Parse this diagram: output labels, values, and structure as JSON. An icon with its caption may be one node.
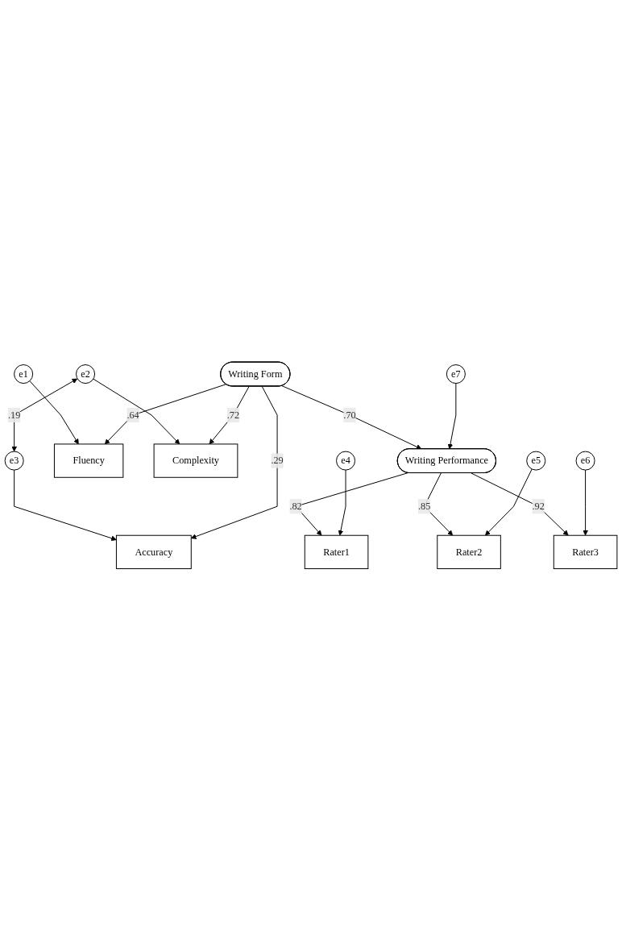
{
  "diagram": {
    "nodes": [
      {
        "text": [
          "e1"
        ]
      },
      {
        "text": [
          "e2"
        ]
      },
      {
        "text": [
          "e3"
        ]
      },
      {
        "text": [
          "Fluency"
        ]
      },
      {
        "text": [
          "Complexity"
        ]
      },
      {
        "text": [
          "Accuracy"
        ]
      },
      {
        "text": [
          "Writing Form"
        ]
      },
      {
        "text": [
          "e7"
        ]
      },
      {
        "text": [
          "Writing Performance"
        ]
      },
      {
        "text": [
          "Rater1"
        ]
      },
      {
        "text": [
          "Rater2"
        ]
      },
      {
        "text": [
          "Rater3"
        ]
      },
      {
        "text": [
          "e4"
        ]
      },
      {
        "text": [
          "e5"
        ]
      },
      {
        "text": [
          "e6"
        ]
      }
    ],
    "edges": [
      {
        "from": 1,
        "to": 2,
        "arrow": "both",
        "label": ".19"
      },
      {
        "from": 0,
        "to": 3,
        "arrow": "to"
      },
      {
        "from": 1,
        "to": 4,
        "arrow": "to"
      },
      {
        "from": 2,
        "to": 5,
        "arrow": "to"
      },
      {
        "from": 6,
        "to": 3,
        "arrow": "to",
        "label": ".64"
      },
      {
        "from": 6,
        "to": 4,
        "arrow": "to",
        "label": ".72"
      },
      {
        "from": 6,
        "to": 5,
        "arrow": "to",
        "label": ".29"
      },
      {
        "from": 6,
        "to": 8,
        "arrow": "to",
        "label": ".70"
      },
      {
        "from": 7,
        "to": 8,
        "arrow": "to"
      },
      {
        "from": 8,
        "to": 9,
        "arrow": "to",
        "label": ".82"
      },
      {
        "from": 8,
        "to": 10,
        "arrow": "to",
        "label": ".85"
      },
      {
        "from": 8,
        "to": 11,
        "arrow": "to",
        "label": ".92"
      },
      {
        "from": 12,
        "to": 9,
        "arrow": "to"
      },
      {
        "from": 13,
        "to": 10,
        "arrow": "to"
      },
      {
        "from": 14,
        "to": 11,
        "arrow": "to"
      }
    ]
  }
}
